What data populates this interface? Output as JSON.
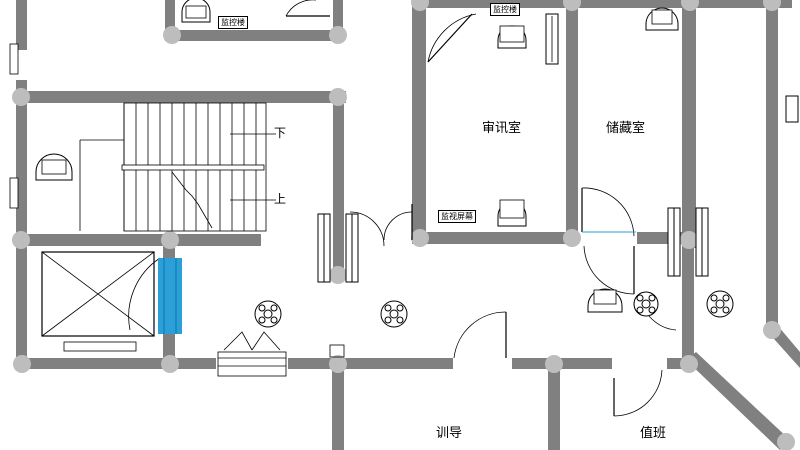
{
  "rooms": {
    "interrogation": "审讯室",
    "storage": "储藏室",
    "hall_bottom": "训导",
    "duty_room": "值班"
  },
  "stairs": {
    "down": "下",
    "up": "上"
  },
  "tags": {
    "top_left_sign": "监控楼",
    "top_mid_sign": "监控楼",
    "interrogation_sign": "监视屏幕"
  },
  "colors": {
    "wall": "#808080",
    "column": "#bdbdbd",
    "highlight_door": "#2a9fd8"
  }
}
